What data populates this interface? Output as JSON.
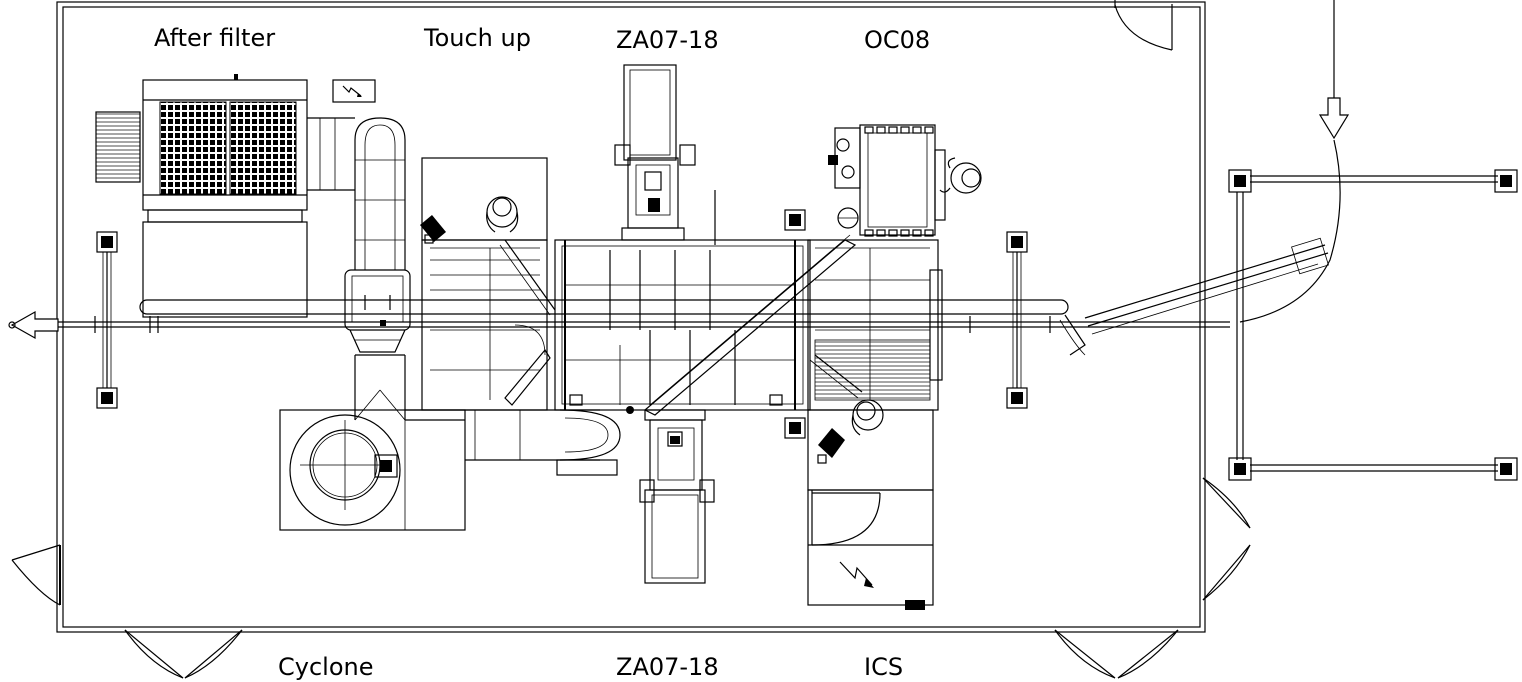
{
  "diagram": {
    "labels": {
      "after_filter": "After filter",
      "touch_up": "Touch up",
      "za_top": "ZA07-18",
      "oc08": "OC08",
      "cyclone": "Cyclone",
      "za_bottom": "ZA07-18",
      "ics": "ICS"
    },
    "colors": {
      "line": "#000000",
      "background": "#ffffff"
    }
  }
}
